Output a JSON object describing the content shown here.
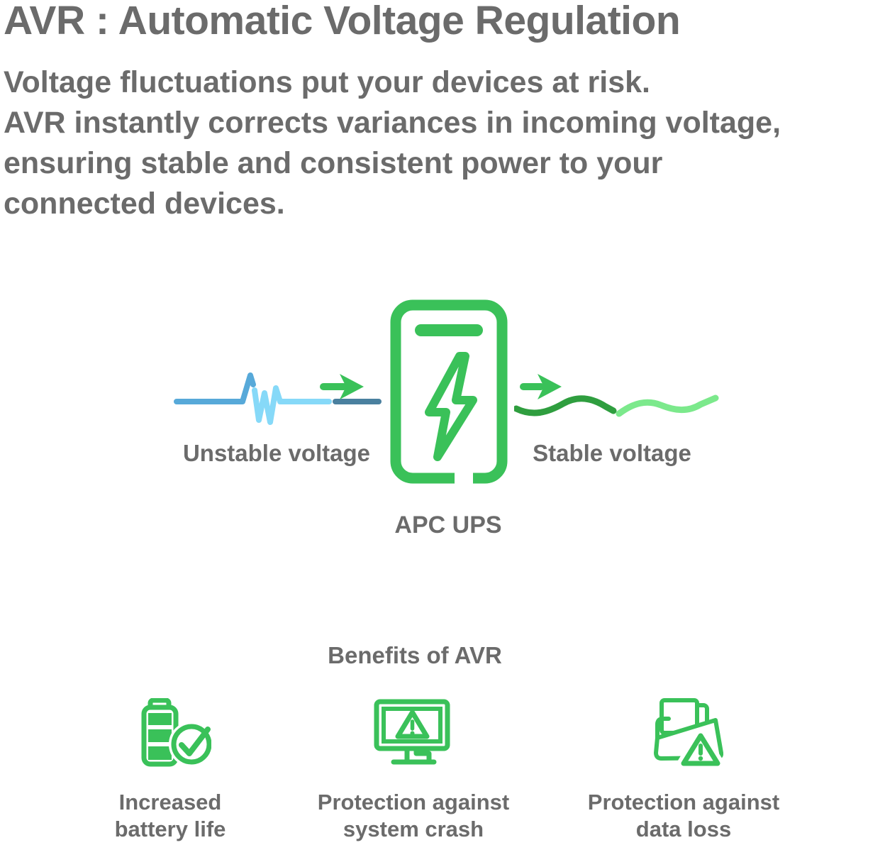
{
  "page": {
    "title": "AVR : Automatic Voltage Regulation",
    "description": "Voltage fluctuations put your devices at risk.\nAVR instantly corrects variances in incoming voltage,\nensuring stable and consistent power to your\nconnected devices."
  },
  "diagram": {
    "unstable_label": "Unstable voltage",
    "stable_label": "Stable voltage",
    "device_label": "APC UPS",
    "icons": [
      "unstable-waveform-icon",
      "arrow-right-icon",
      "ups-lightning-icon",
      "arrow-right-icon",
      "stable-waveform-icon"
    ]
  },
  "benefits": {
    "heading": "Benefits of AVR",
    "items": [
      {
        "icon": "battery-check-icon",
        "label": "Increased\nbattery life"
      },
      {
        "icon": "monitor-warning-icon",
        "label": "Protection against\nsystem crash"
      },
      {
        "icon": "folder-warning-icon",
        "label": "Protection against\ndata loss"
      }
    ]
  },
  "colors": {
    "text_gray": "#6b6b6b",
    "green": "#3ac159",
    "green_dark": "#2f9e3f",
    "green_light": "#7ce98c",
    "blue_medium": "#57a9d9",
    "blue_light": "#86d9f8",
    "blue_steel": "#4a809f",
    "background": "#ffffff"
  }
}
